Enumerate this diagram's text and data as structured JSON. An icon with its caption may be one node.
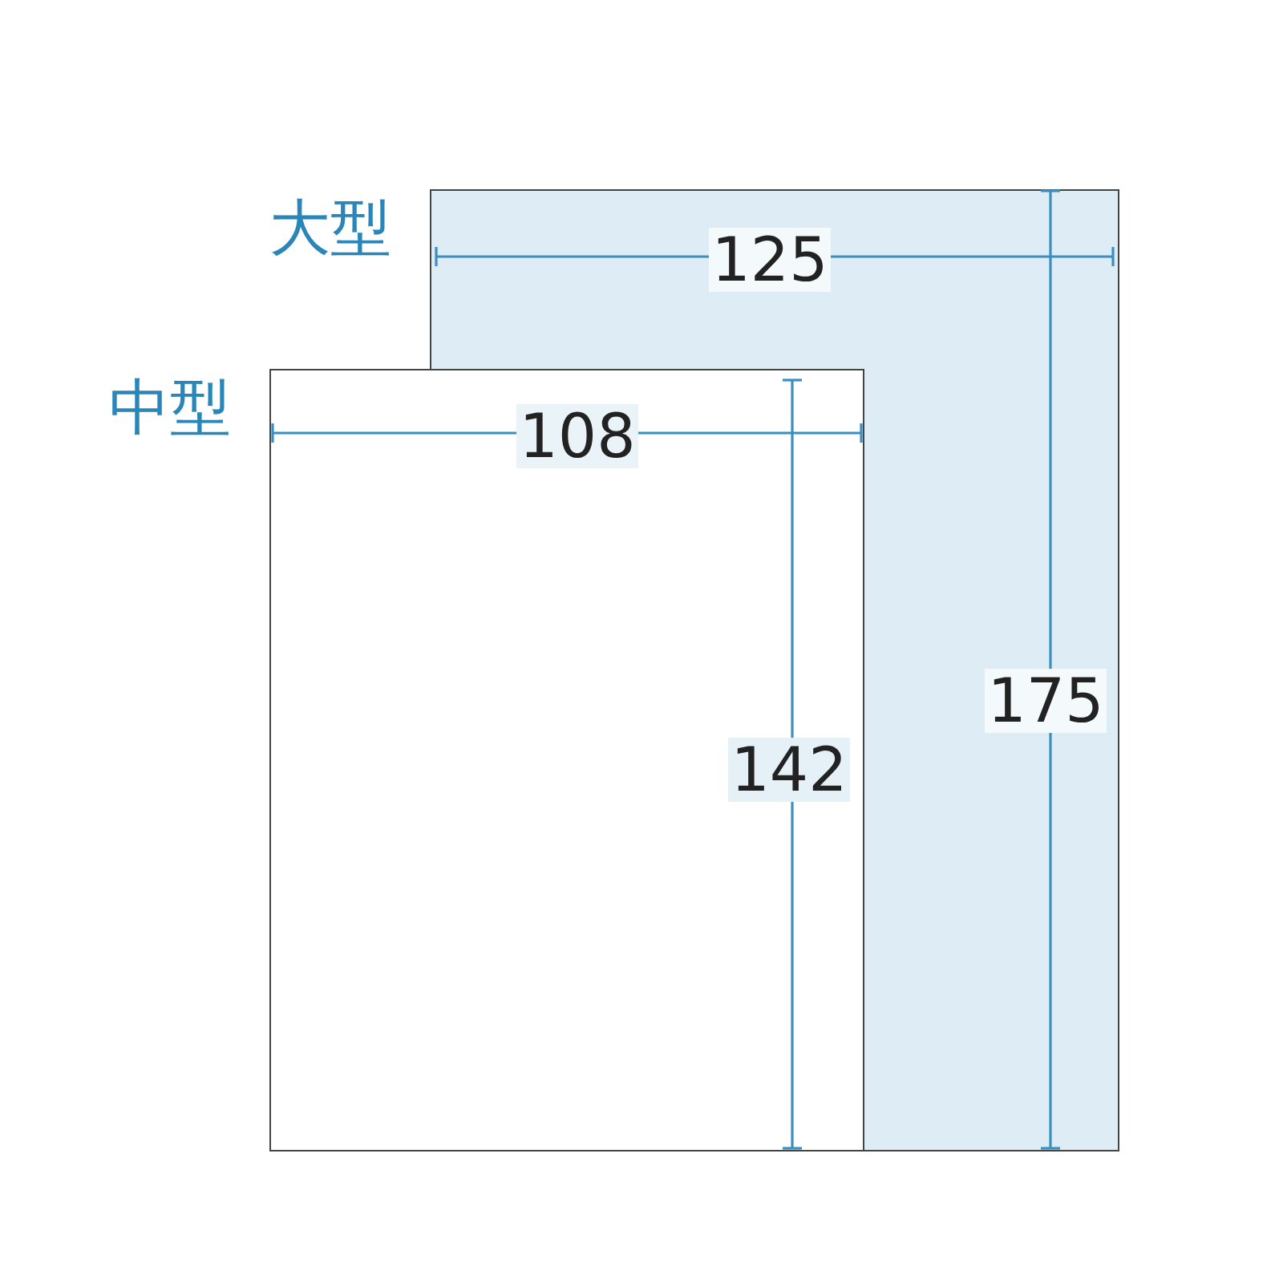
{
  "diagram": {
    "nodes": [
      {
        "text": [
          "大型"
        ]
      },
      {
        "text": [
          "中型"
        ]
      }
    ],
    "labels": [
      "125",
      "108",
      "175",
      "142"
    ]
  }
}
